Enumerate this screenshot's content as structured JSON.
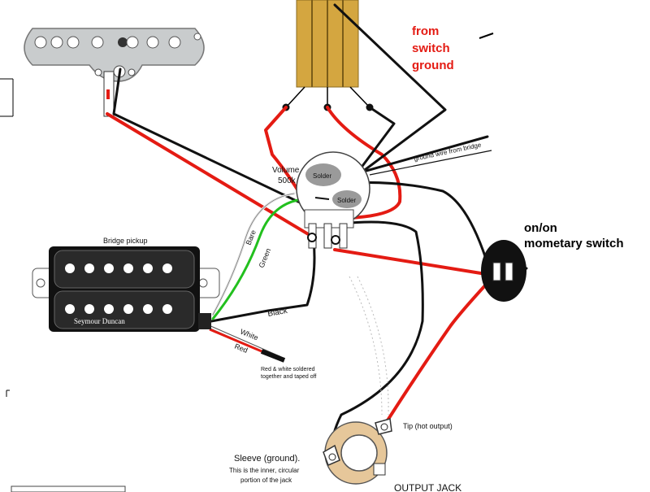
{
  "labels": {
    "from_switch_1": "from",
    "from_switch_2": "switch",
    "from_switch_3": "ground",
    "switch_1": "on/on",
    "switch_2": "mometary switch",
    "ground_wire": "ground wire from bridge",
    "volume_1": "Volume",
    "volume_2": "500k",
    "solder_1": "Solder",
    "solder_2": "Solder",
    "bridge_pickup": "Bridge pickup",
    "brand": "Seymour Duncan",
    "bare": "Bare",
    "green": "Green",
    "black": "Black",
    "white": "White",
    "red": "Red",
    "taped_1": "Red & white soldered",
    "taped_2": "together and taped off",
    "tip": "Tip (hot output)",
    "sleeve_1": "Sleeve (ground).",
    "sleeve_2": "This is the inner, circular",
    "sleeve_3": "portion of the jack",
    "output_jack": "OUTPUT JACK"
  },
  "colors": {
    "red_wire": "#e41b13",
    "black_wire": "#111111",
    "green_wire": "#22c01e",
    "selector_wood": "#d4a640",
    "pickup_plate": "#c9cccd",
    "jack_ring": "#e6c79a"
  }
}
